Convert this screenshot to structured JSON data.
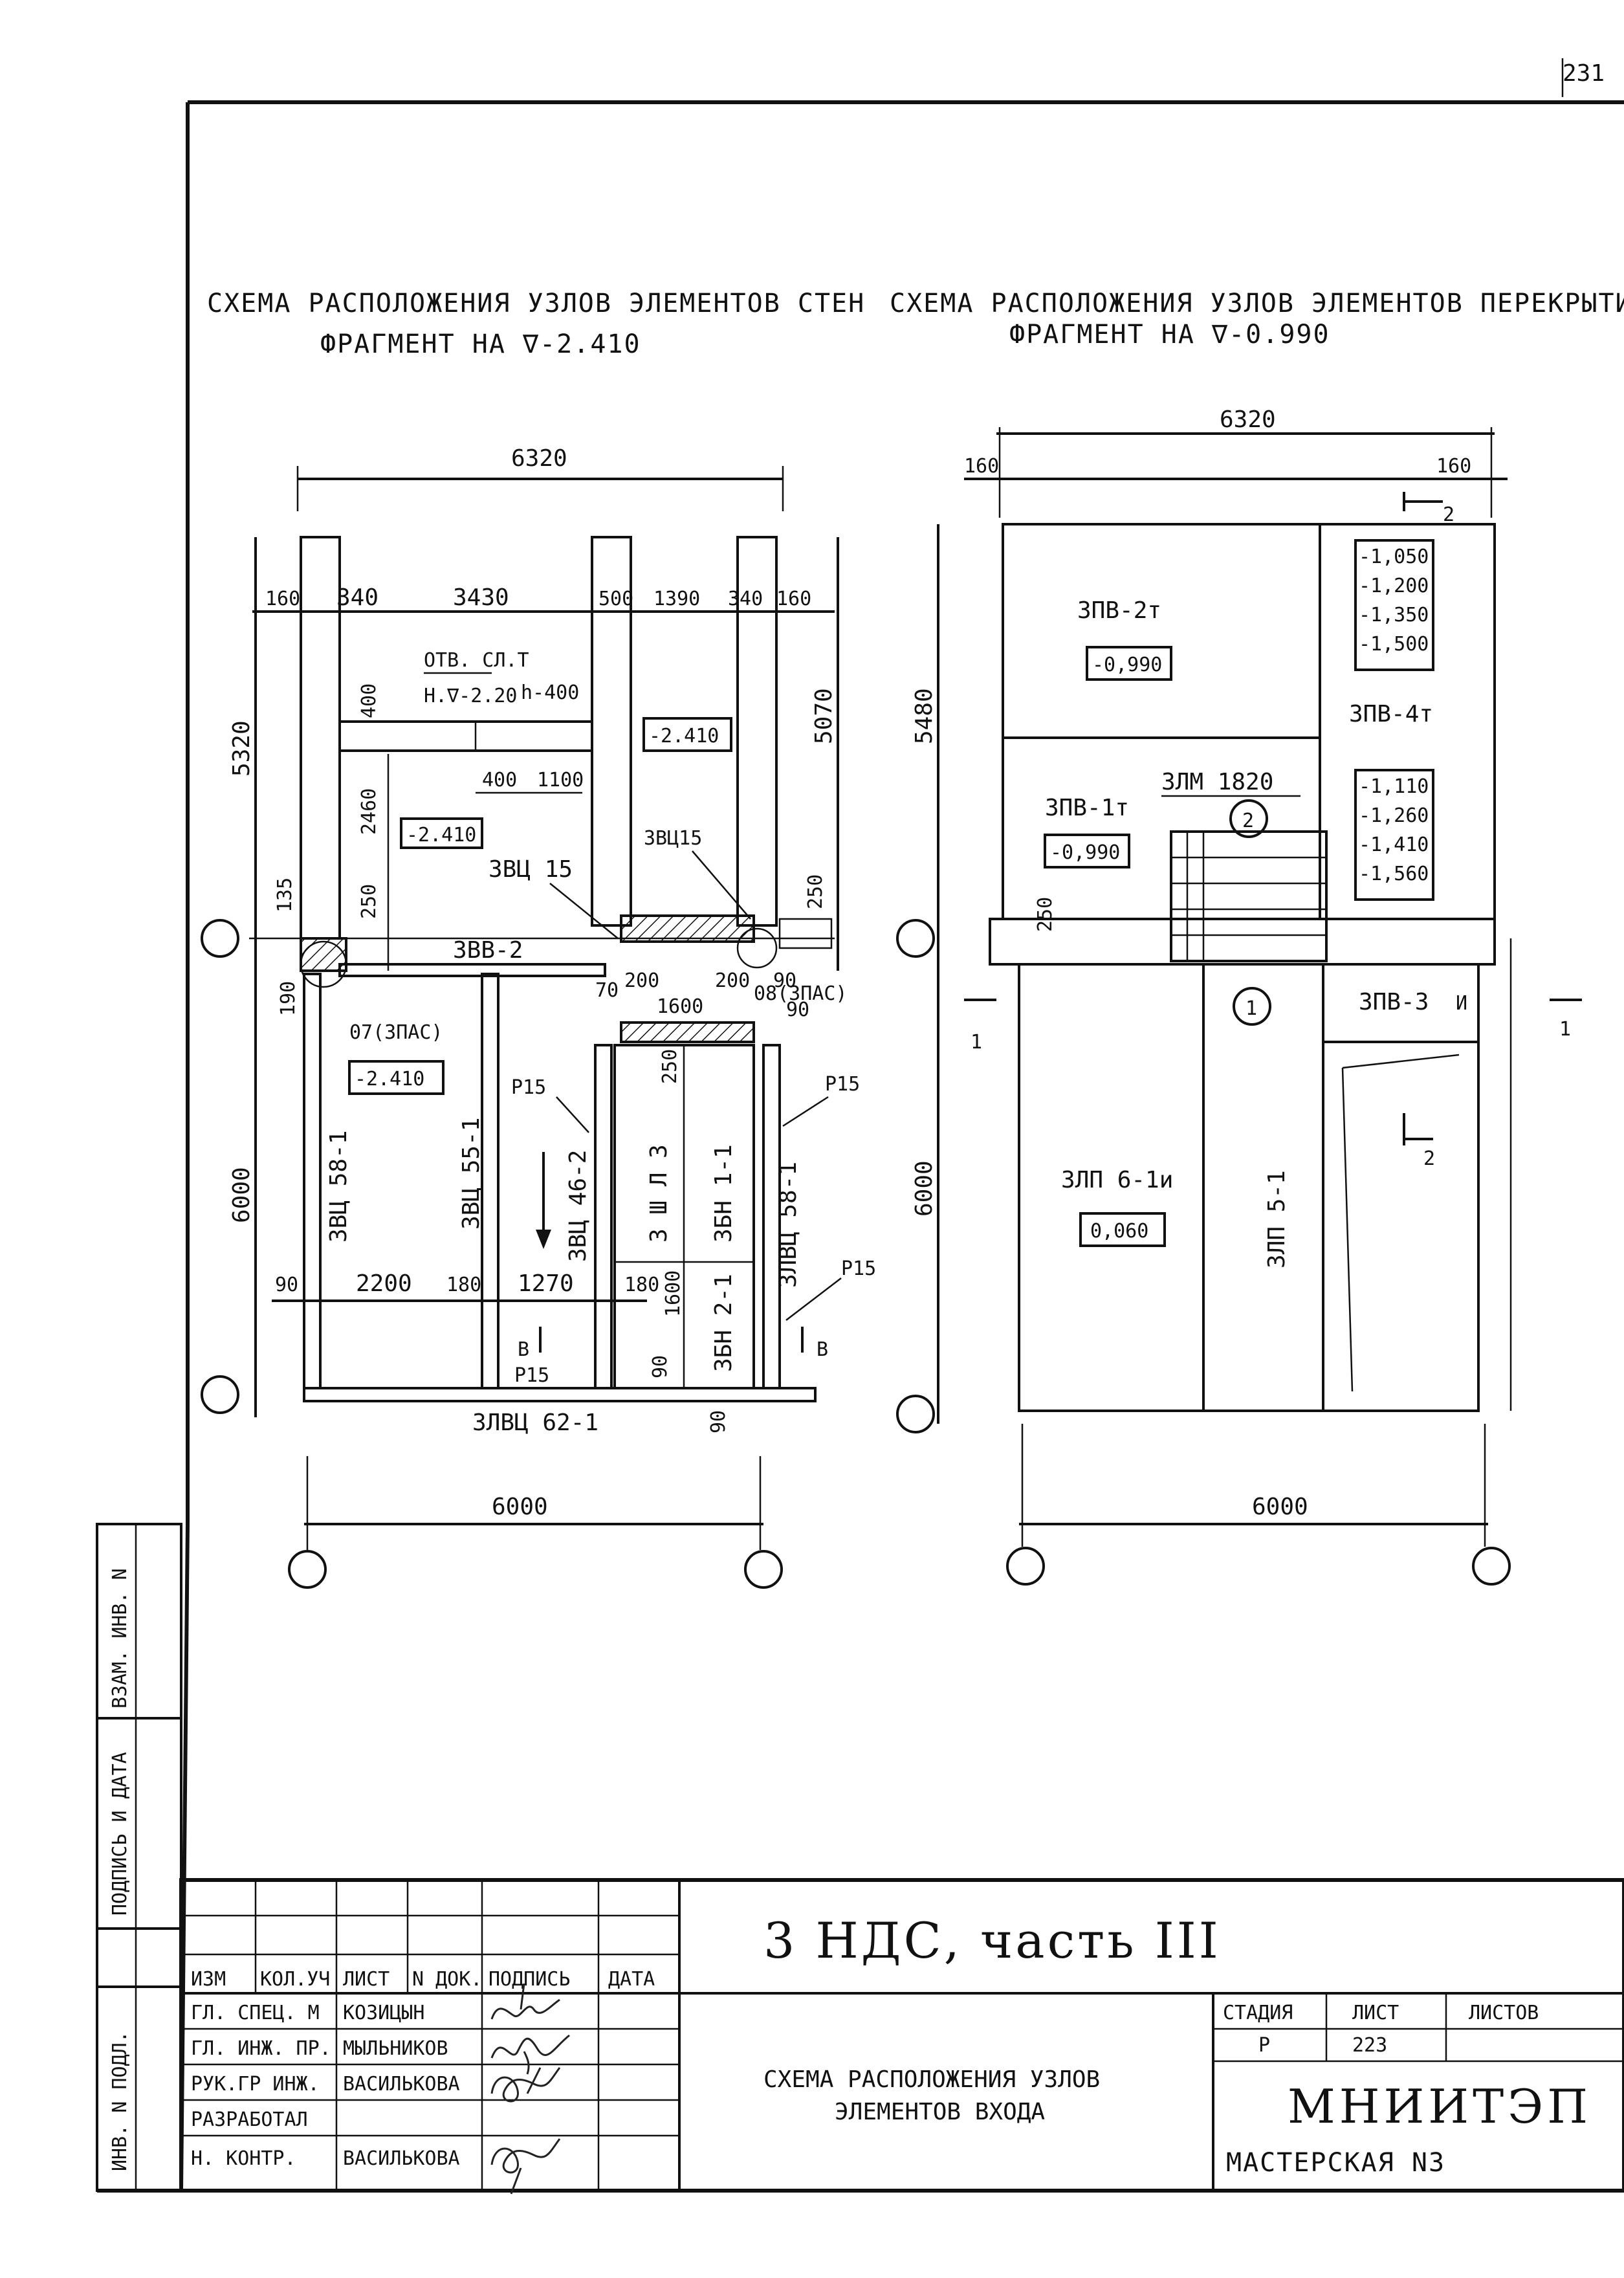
{
  "page_number": "231",
  "left_scheme": {
    "title": "СХЕМА РАСПОЛОЖЕНИЯ УЗЛОВ ЭЛЕМЕНТОВ СТЕН",
    "subtitle": "ФРАГМЕНТ НА ∇-2.410",
    "dims": {
      "top_overall": "6320",
      "d160a": "160",
      "d340a": "340",
      "d3430": "3430",
      "d500": "500",
      "d1390": "1390",
      "d340b": "340",
      "d160b": "160",
      "left_5320": "5320",
      "right_5070": "5070",
      "d400": "400",
      "d2460": "2460",
      "d250a": "250",
      "d135": "135",
      "d190": "190",
      "d250b": "250",
      "d400b": "400",
      "d1100": "1100",
      "d70": "70",
      "d200a": "200",
      "d200b": "200",
      "d1600": "1600",
      "d90a": "90",
      "d90b": "90",
      "left_6000": "6000",
      "d90c": "90",
      "d2200": "2200",
      "d180a": "180",
      "d1270": "1270",
      "d180b": "180",
      "d1600b": "1600",
      "d250c": "250",
      "d90d": "90",
      "d90e": "90",
      "bottom_overall": "6000"
    },
    "notes": {
      "opening_1": "ОТВ. СЛ.Т",
      "opening_2": "Н.∇-2.20",
      "opening_3": "h-400"
    },
    "elevations": [
      "-2.410",
      "-2.410",
      "-2.410"
    ],
    "labels": {
      "zvts15a": "3ВЦ 15",
      "zvts15b": "3ВЦ15",
      "zvv2": "3ВВ-2",
      "node07": "07(3ПАС)",
      "node08": "08(3ПАС)",
      "zvts58": "3ВЦ 58-1",
      "zvts55": "3ВЦ 55-1",
      "zvts46": "3ВЦ 46-2",
      "zshl3": "3 Ш Л 3",
      "zbn11": "3БН 1-1",
      "zlvts58": "3ЛВЦ 58-1",
      "zbn21": "3БН 2-1",
      "zlvts62": "3ЛВЦ 62-1",
      "p15a": "Р15",
      "p15b": "Р15",
      "p15c": "Р15",
      "p15d": "Р15",
      "section_b1": "В",
      "section_b2": "В"
    }
  },
  "right_scheme": {
    "title": "СХЕМА РАСПОЛОЖЕНИЯ УЗЛОВ ЭЛЕМЕНТОВ ПЕРЕКРЫТИЯ",
    "subtitle": "ФРАГМЕНТ НА ∇-0.990",
    "dims": {
      "top_overall": "6320",
      "d160a": "160",
      "d160b": "160",
      "left_5480": "5480",
      "d250": "250",
      "left_6000": "6000",
      "bottom_overall": "6000"
    },
    "labels": {
      "zpv2t": "3ПВ-2т",
      "zpv4t": "3ПВ-4т",
      "zpv1t": "3ПВ-1т",
      "zlm": "3ЛМ 1820",
      "zpv3": "3ПВ-3",
      "zpv3i": "И",
      "zlp61": "3ЛП 6-1и",
      "zlp51": "3ЛП 5-1",
      "sec2a": "2",
      "sec2b": "2",
      "sec1a": "1",
      "sec1b": "1",
      "node1": "1",
      "node2": "2"
    },
    "elev_2t": "-0,990",
    "elev_1t": "-0,990",
    "elev_lp": "0,060",
    "elev_list_a": [
      "-1,050",
      "-1,200",
      "-1,350",
      "-1,500"
    ],
    "elev_list_b": [
      "-1,110",
      "-1,260",
      "-1,410",
      "-1,560"
    ]
  },
  "side_stamps": {
    "vzam": "ВЗАМ. ИНВ. N",
    "podpis": "ПОДПИСЬ И ДАТА",
    "inv": "ИНВ. N ПОДЛ."
  },
  "title_block": {
    "project": "3 НДС, часть III",
    "drawing_title_1": "СХЕМА РАСПОЛОЖЕНИЯ УЗЛОВ",
    "drawing_title_2": "ЭЛЕМЕНТОВ ВХОДА",
    "headers": [
      "ИЗМ",
      "КОЛ.УЧ",
      "ЛИСТ",
      "N ДОК.",
      "ПОДПИСЬ",
      "ДАТА"
    ],
    "roles": [
      "ГЛ. СПЕЦ. М",
      "ГЛ. ИНЖ. ПР.",
      "РУК.ГР ИНЖ.",
      "РАЗРАБОТАЛ",
      "Н. КОНТР."
    ],
    "names": [
      "КОЗИЦЫН",
      "МЫЛЬНИКОВ",
      "ВАСИЛЬКОВА",
      "",
      "ВАСИЛЬКОВА"
    ],
    "stage_header": "СТАДИЯ",
    "sheet_header": "ЛИСТ",
    "sheets_header": "ЛИСТОВ",
    "stage": "Р",
    "sheet": "223",
    "sheets": "",
    "org": "МНИИТЭП",
    "workshop": "МАСТЕРСКАЯ N3"
  }
}
